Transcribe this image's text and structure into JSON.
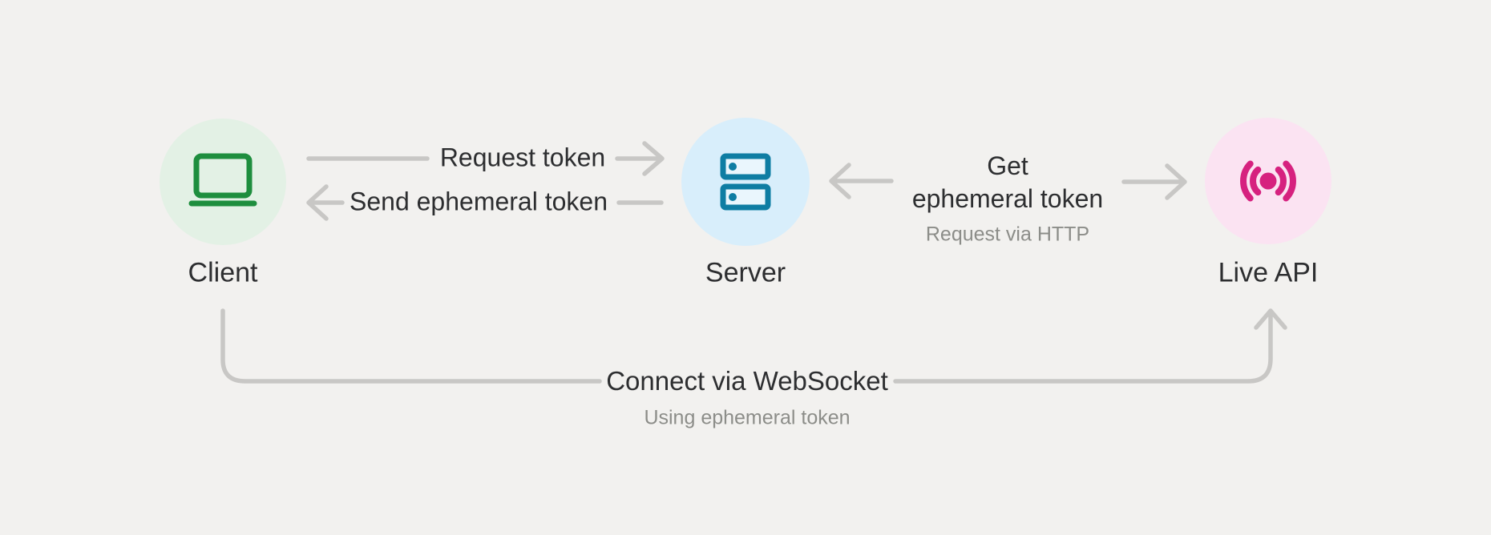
{
  "colors": {
    "bg": "#f2f1ef",
    "line": "#c8c7c5",
    "ink": "#2d2e30",
    "muted": "#8c8d89",
    "green": "#1e8e3e",
    "green-bg": "#e3f1e5",
    "blue": "#0e7da3",
    "blue-bg": "#d8eefb",
    "blue-fill": "#eaf6fd",
    "pink": "#d6217f",
    "pink-bg": "#fbe3f2"
  },
  "nodes": {
    "client": {
      "label": "Client",
      "icon": "laptop-icon"
    },
    "server": {
      "label": "Server",
      "icon": "server-icon"
    },
    "live_api": {
      "label": "Live API",
      "icon": "broadcast-icon"
    }
  },
  "edges": {
    "request_token": {
      "label": "Request token",
      "from": "Client",
      "to": "Server"
    },
    "send_ephemeral_token": {
      "label": "Send ephemeral token",
      "from": "Server",
      "to": "Client"
    },
    "get_ephemeral_token": {
      "label_line1": "Get",
      "label_line2": "ephemeral token",
      "sublabel": "Request via HTTP",
      "from": "Server",
      "to": "Live API"
    },
    "connect_websocket": {
      "label": "Connect via WebSocket",
      "sublabel": "Using ephemeral token",
      "from": "Client",
      "to": "Live API"
    }
  }
}
